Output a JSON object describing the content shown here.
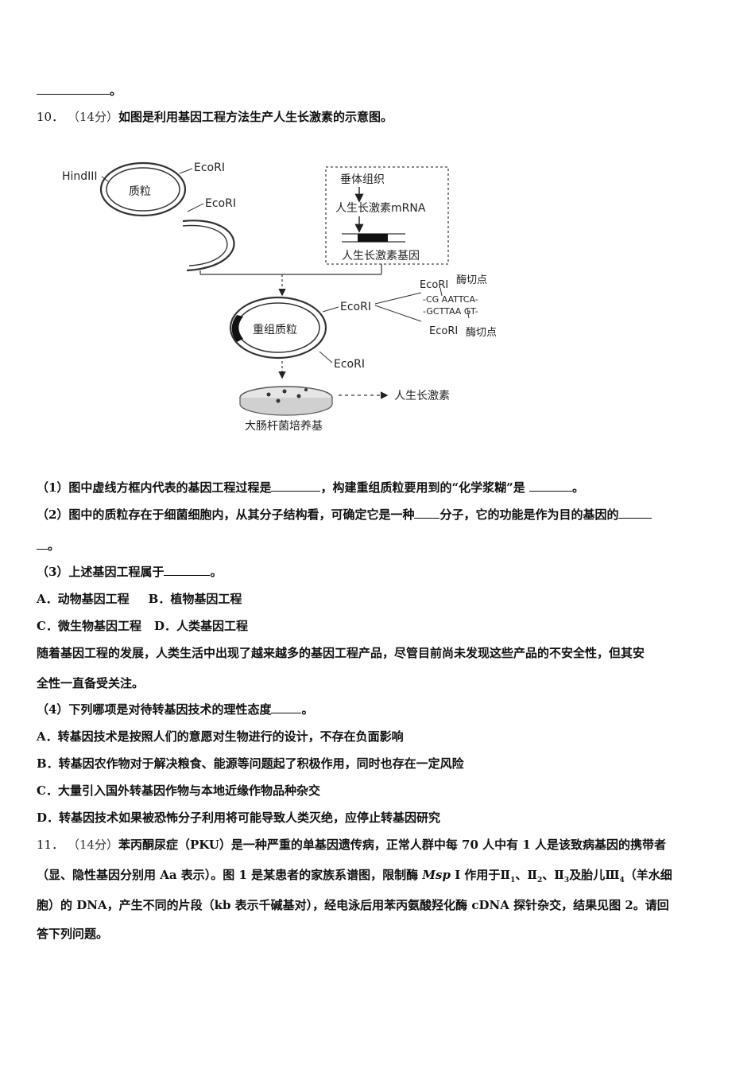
{
  "top": {
    "end_mark": "。"
  },
  "q10": {
    "number": "10．",
    "score": "（14分）",
    "stem": "如图是利用基因工程方法生产人生长激素的示意图。",
    "diagram": {
      "hindiii": "HindIII",
      "plasmid": "质粒",
      "ecori": "EcoRI",
      "pituitary": "垂体组织",
      "mrna": "人生长激素mRNA",
      "gene": "人生长激素基因",
      "cut_site": "酶切点",
      "seq_top": "-CG AATTCA-",
      "seq_bottom": "-GCTTAA GT-",
      "recombinant": "重组质粒",
      "medium": "大肠杆菌培养基",
      "hormone": "人生长激素"
    },
    "p1_a": "（1）图中虚线方框内代表的基因工程过程是",
    "p1_b": "，构建重组质粒要用到的“化学浆糊”是 ",
    "p1_c": "。",
    "p2_a": "（2）图中的质粒存在于细菌细胞内，从其分子结构看，可确定它是一种",
    "p2_b": "分子，它的功能是作为目的基因的",
    "p2_c": "。",
    "p3": "（3）上述基因工程属于",
    "p3_end": "。",
    "optA": "A．动物基因工程",
    "optB": "B．植物基因工程",
    "optC": "C．微生物基因工程",
    "optD": "D．人类基因工程",
    "para1": "随着基因工程的发展，人类生活中出现了越来越多的基因工程产品，尽管目前尚未发现这些产品的不安全性，但其安",
    "para2": "全性一直备受关注。",
    "p4": "（4）下列哪项是对待转基因技术的理性态度",
    "p4_end": "。",
    "p4A": "A．转基因技术是按照人们的意愿对生物进行的设计，不存在负面影响",
    "p4B": "B．转基因农作物对于解决粮食、能源等问题起了积极作用，同时也存在一定风险",
    "p4C": "C．大量引入国外转基因作物与本地近缘作物品种杂交",
    "p4D": "D．转基因技术如果被恐怖分子利用将可能导致人类灭绝，应停止转基因研究"
  },
  "q11": {
    "number": "11．",
    "score": "（14分）",
    "l1": "苯丙酮尿症（PKU）是一种严重的单基因遗传病，正常人群中每 70 人中有 1 人是该致病基因的携带者",
    "l2a": "（显、隐性基因分别用 Aa 表示）。图 1 是某患者的家族系谱图，限制酶 ",
    "l2_msp": "Msp",
    "l2b": " I 作用于Ⅱ",
    "s1": "1",
    "l2c": "、Ⅱ",
    "s2": "2",
    "l2d": "、Ⅱ",
    "s3": "3",
    "l2e": "及胎儿Ⅲ",
    "s4": "4",
    "l2f": "（羊水细",
    "l3": "胞）的 DNA，产生不同的片段（kb 表示千碱基对），经电泳后用苯丙氨酸羟化酶 cDNA 探针杂交，结果见图 2。请回",
    "l4": "答下列问题。"
  }
}
